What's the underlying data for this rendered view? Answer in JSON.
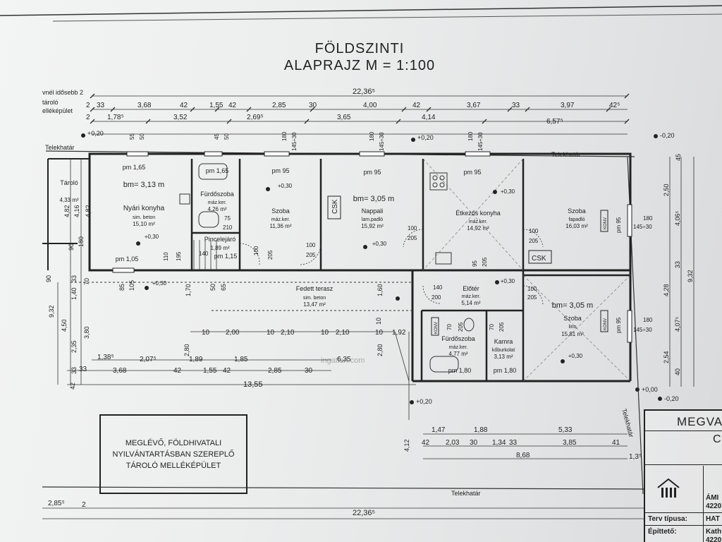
{
  "title": {
    "line1": "FÖLDSZINTI",
    "line2": "ALAPRAJZ M = 1:100"
  },
  "top_dims": {
    "row0_label": "vnél idősebb 2",
    "row1_label": "tároló",
    "row2_label": "elléképület",
    "total": "22,36⁵",
    "row_a": [
      "2",
      "33",
      "3,68",
      "42",
      "1,55",
      "42",
      "2,85",
      "30",
      "4,00",
      "42",
      "3,67",
      "33",
      "3,97",
      "42⁵"
    ],
    "row_b": [
      "2",
      "1,78⁵",
      "3,52",
      "2,69⁵",
      "3,65",
      "4,14",
      "6,57⁵"
    ]
  },
  "levels": {
    "plus020a": "+0,20",
    "plus020b": "+0,20",
    "minus020a": "-0,20",
    "minus020b": "-0,20",
    "plus000": "+0,00",
    "plus020c": "+0,20"
  },
  "boundary": {
    "label1": "Telekhatár",
    "label2": "Telekhatár",
    "label3": "Telekhatár",
    "label4": "Telekhatár"
  },
  "rooms": {
    "taroló": {
      "name": "Tároló",
      "area": "4,33 m²"
    },
    "nyari": {
      "name": "Nyári konyha",
      "floor": "sim. beton",
      "area": "15,10 m²",
      "bm": "bm= 3,13 m",
      "pm1": "pm 1,65",
      "pm2": "pm 1,05",
      "level": "+0,30"
    },
    "furdo1": {
      "name": "Fürdőszoba",
      "floor": "máz.ker.",
      "area": "4,26 m²",
      "pm": "pm 1,65"
    },
    "pince": {
      "name": "Pincelejáró",
      "area": "1,89 m²",
      "pm": "pm 1,15"
    },
    "szoba1": {
      "name": "Szoba",
      "floor": "máz.ker.",
      "area": "11,36 m²",
      "pm": "pm 95",
      "level": "+0,30"
    },
    "nappali": {
      "name": "Nappali",
      "floor": "lam.padló",
      "area": "15,92 m²",
      "bm": "bm= 3,05 m",
      "pm": "pm 95",
      "csk": "CSK",
      "level": "+0,30"
    },
    "etkezo": {
      "name": "Étkezős konyha",
      "floor": "máz.ker.",
      "area": "14,92 m²",
      "pm": "pm 95",
      "level": "+0,30"
    },
    "szoba2": {
      "name": "Szoba",
      "floor": "fapadló",
      "area": "16,03 m²",
      "konv": "KONV",
      "pm": "pm 95"
    },
    "terasz": {
      "name": "Fedett terasz",
      "floor": "sim. beton",
      "area": "13,47 m²",
      "level": "+0,30"
    },
    "eloter": {
      "name": "Előtér",
      "floor": "máz.ker.",
      "area": "5,14 m²",
      "level": "+0,30"
    },
    "furdo2": {
      "name": "Fürdőszoba",
      "floor": "máz.ker.",
      "area": "4,77 m²",
      "pm": "pm 1,80",
      "konv": "KONV"
    },
    "kamra": {
      "name": "Kamra",
      "floor": "kőburkolat",
      "area": "3,13 m²",
      "pm": "pm 1,80"
    },
    "szoba3": {
      "name": "Szoba",
      "floor": "lino",
      "area": "15,81 m²",
      "bm": "bm= 3,05 m",
      "konv": "KONV",
      "pm": "pm 95",
      "level": "+0,30"
    },
    "csk2": "CSK"
  },
  "door_labels": {
    "d100a": "100",
    "d205a": "205",
    "d100b": "100",
    "d205b": "205",
    "d100c": "100",
    "d205c": "205",
    "d100d": "100",
    "d205d": "205",
    "d140": "140",
    "d200": "200",
    "d100e": "100",
    "d205e": "205",
    "d110": "110",
    "d195": "195",
    "d140b": "140",
    "d75": "75",
    "d210": "210",
    "d70a": "70",
    "d205f": "205",
    "d70b": "70",
    "d205g": "205",
    "d95": "95",
    "d205h": "205"
  },
  "window_dims": {
    "w55": "55",
    "w50a": "50",
    "w45": "45",
    "w50b": "50",
    "w180a": "180",
    "w14530a": "145÷30",
    "w180b": "180",
    "w14530b": "145÷30",
    "w180c": "180",
    "w14530c": "145÷30",
    "w180d": "180",
    "w14530d": "145÷30",
    "w180e": "180",
    "w14530e": "145÷30"
  },
  "left_dims": {
    "d482a": "4,82",
    "d416": "4,16",
    "d482b": "4,82",
    "d180": "180",
    "d90a": "90",
    "d70": "70",
    "d932": "9,32",
    "d450": "4,50",
    "d235": "2,35",
    "d380": "3,80",
    "d42": "42",
    "d33a": "33",
    "d140": "1,40",
    "d33b": "33",
    "d90b": "90"
  },
  "right_dims": {
    "d45": "45",
    "d250": "2,50",
    "d406": "4,06⁵",
    "d428": "4,28",
    "d33": "33",
    "d932": "9,32",
    "d407": "4,07⁵",
    "d254": "2,54",
    "d40": "40"
  },
  "inner_dims": {
    "d85": "85",
    "d105": "105",
    "d170": "1,70",
    "d50": "50",
    "d65": "65",
    "d160": "1,60",
    "d10": "10",
    "d280a": "2,80",
    "d280b": "2,80",
    "d412": "4,12"
  },
  "bottom_dims": {
    "row1": [
      "10",
      "2,00",
      "10",
      "2,10",
      "10",
      "2,10",
      "10",
      "1,92"
    ],
    "row2": [
      "1,38⁵",
      "2,07⁵",
      "1,89",
      "1,85",
      "6,35"
    ],
    "row3": [
      "33",
      "3,68",
      "42",
      "1,55",
      "42",
      "2,85",
      "30"
    ],
    "total": "13,55",
    "right_row1": [
      "1,47",
      "1,88",
      "5,33"
    ],
    "right_row2": [
      "42",
      "2,03",
      "30",
      "1,34",
      "33",
      "3,85",
      "41"
    ],
    "right_total": "8,68",
    "right_end": "1,3⁵",
    "bottom_total": "22,36⁵",
    "bottom_left": "2,85⁵",
    "bottom_two": "2"
  },
  "existing_note": {
    "line1": "MEGLÉVŐ, FÖLDHIVATALI",
    "line2": "NYILVÁNTARTÁSBAN SZEREPLŐ",
    "line3": "TÁROLÓ MELLÉKÉPÜLET"
  },
  "title_block": {
    "big": "MEGVA",
    "c": "C",
    "ame": "ÁMI",
    "num": "4220",
    "terv_label": "Terv típusa:",
    "terv_val": "HAT",
    "epito_label": "Építtető:",
    "epito_val": "Kath",
    "epito_num": "4220"
  },
  "watermark": "ingatlan.com"
}
